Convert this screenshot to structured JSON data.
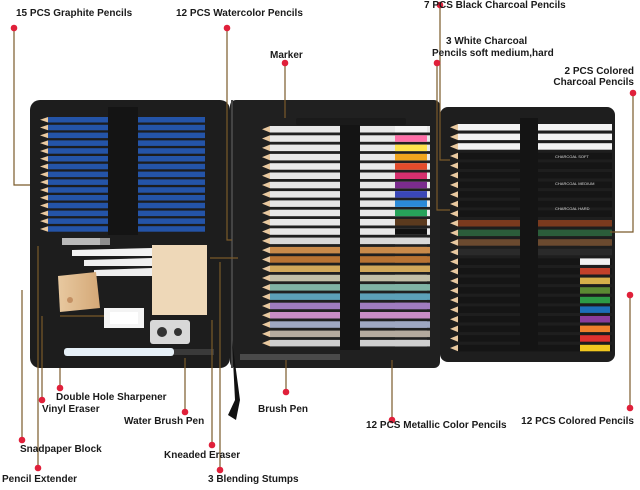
{
  "labels": {
    "graphite": "15 PCS Graphite Pencils",
    "watercolor": "12 PCS Watercolor Pencils",
    "black_charcoal": "7 PCS Black Charcoal Pencils",
    "white_charcoal_1": "3 White Charcoal",
    "white_charcoal_2": "Pencils soft medium,hard",
    "marker": "Marker",
    "colored_charcoal_1": "2 PCS Colored",
    "colored_charcoal_2": "Charcoal Pencils",
    "sharpener": "Double Hole Sharpener",
    "vinyl_eraser": "Vinyl Eraser",
    "water_brush": "Water Brush Pen",
    "brush_pen": "Brush Pen",
    "metallic": "12 PCS Metallic Color Pencils",
    "colored": "12 PCS Colored Pencils",
    "sandpaper": "Snadpaper Block",
    "kneaded": "Kneaded Eraser",
    "extender": "Pencil Extender",
    "stumps": "3 Blending Stumps"
  },
  "pencil_print": {
    "charcoal_soft": "CHARCOAL SOFT",
    "charcoal_medium": "CHARCOAL MEDIUM",
    "charcoal_hard": "CHARCOAL HARD"
  },
  "colors": {
    "leader": "#7a5a2a",
    "dot": "#e0203a",
    "case": "#1d1d1d",
    "graphite_blue": "#2454a8"
  }
}
